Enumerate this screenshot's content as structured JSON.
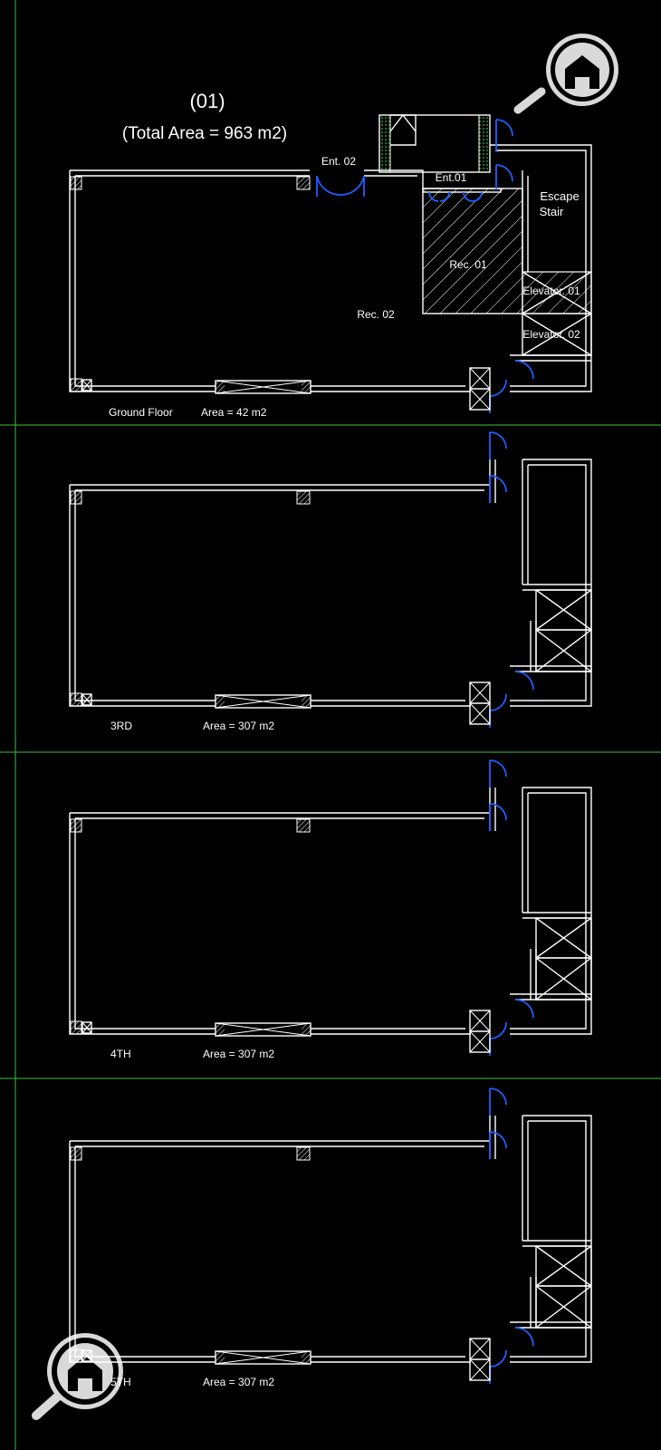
{
  "title": {
    "number": "(01)",
    "total_area": "(Total Area = 963 m2)"
  },
  "floors": [
    {
      "name": "Ground Floor",
      "area": "Area = 42 m2"
    },
    {
      "name": "3RD",
      "area": "Area = 307 m2"
    },
    {
      "name": "4TH",
      "area": "Area = 307 m2"
    },
    {
      "name": "5TH",
      "area": "Area = 307 m2"
    }
  ],
  "rooms": {
    "entrance_02": "Ent. 02",
    "entrance_01": "Ent.01",
    "escape_stair_line1": "Escape",
    "escape_stair_line2": "Stair",
    "reception_01": "Rec. 01",
    "reception_02": "Rec. 02",
    "elevator_01": "Elevator. 01",
    "elevator_02": "Elevator. 02"
  },
  "colors": {
    "background": "#000000",
    "walls": "#ffffff",
    "doors": "#1f5fff",
    "guides": "#3fbf3f",
    "watermark": "#ffffff"
  },
  "icons": {
    "watermark": "house-magnifier-icon"
  }
}
